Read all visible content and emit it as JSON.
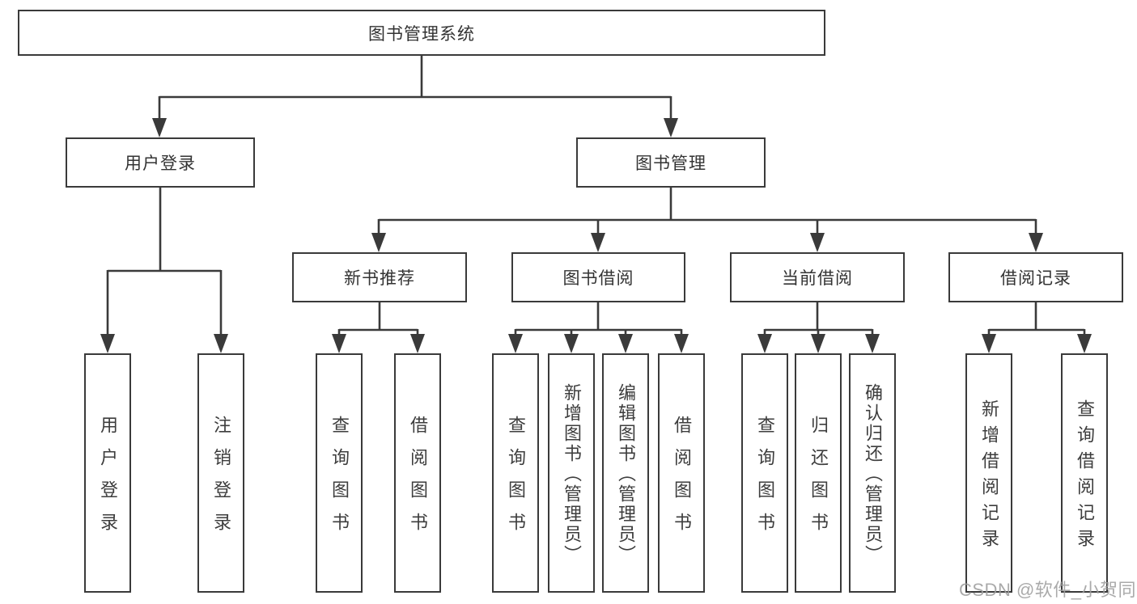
{
  "diagram": {
    "title": "图书管理系统",
    "type": "hierarchy-tree",
    "watermark": "CSDN @软件_小贺同学",
    "colors": {
      "line": "#3a3a3a",
      "box_border": "#3a3a3a",
      "box_fill": "#ffffff",
      "text": "#333333",
      "watermark": "#9e9e9e",
      "background": "#ffffff"
    },
    "root": {
      "label": "图书管理系统"
    },
    "level2": {
      "user_login": {
        "label": "用户登录"
      },
      "book_mgmt": {
        "label": "图书管理"
      }
    },
    "level3": {
      "new_book": {
        "label": "新书推荐"
      },
      "borrow": {
        "label": "图书借阅"
      },
      "current": {
        "label": "当前借阅"
      },
      "records": {
        "label": "借阅记录"
      }
    },
    "leaves": {
      "user_login": [
        "用户登录",
        "注销登录"
      ],
      "new_book": [
        "查询图书",
        "借阅图书"
      ],
      "borrow": [
        "查询图书",
        "新增图书（管理员）",
        "编辑图书（管理员）",
        "借阅图书"
      ],
      "current": [
        "查询图书",
        "归还图书",
        "确认归还（管理员）"
      ],
      "records": [
        "新增借阅记录",
        "查询借阅记录"
      ]
    }
  }
}
